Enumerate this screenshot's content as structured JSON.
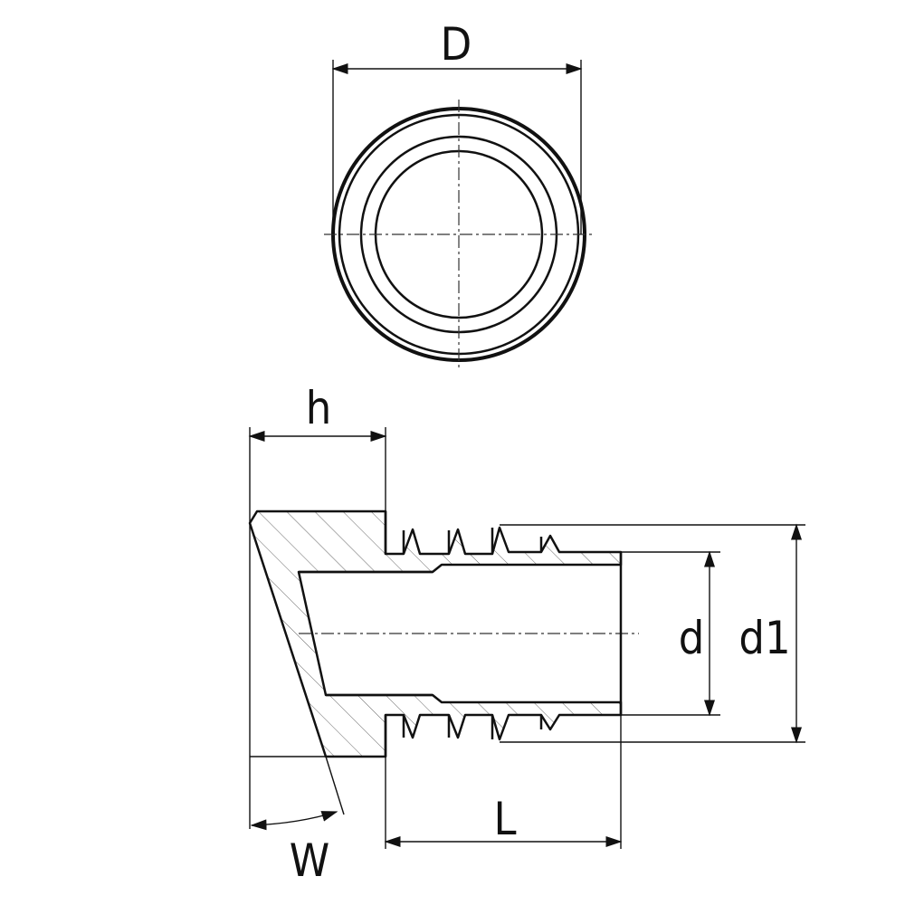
{
  "labels": {
    "D": "D",
    "h": "h",
    "d": "d",
    "d1": "d1",
    "L": "L",
    "W": "W"
  },
  "colors": {
    "line": "#111111",
    "background": "#ffffff"
  }
}
